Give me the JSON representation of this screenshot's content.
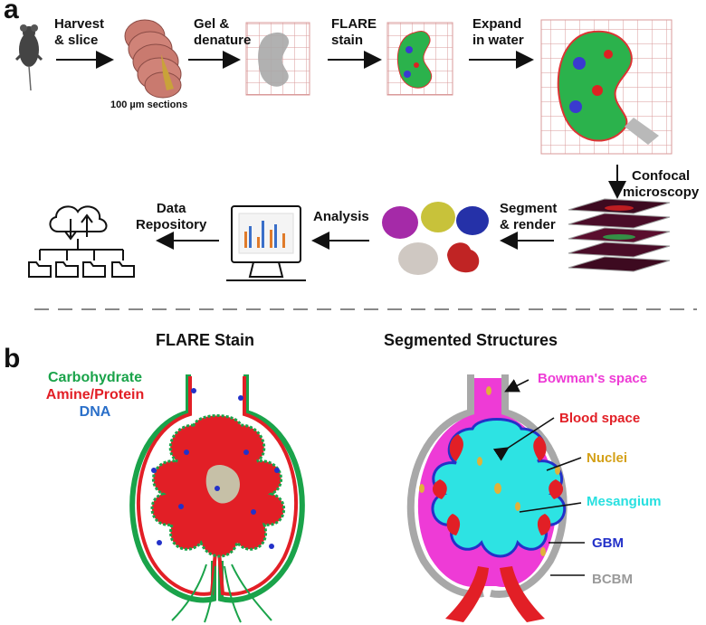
{
  "panel_a": {
    "letter": "a",
    "steps": {
      "harvest": [
        "Harvest",
        "& slice"
      ],
      "sections": "100 µm sections",
      "gel": [
        "Gel &",
        "denature"
      ],
      "flare": [
        "FLARE",
        "stain"
      ],
      "expand": [
        "Expand",
        "in water"
      ],
      "confocal": [
        "Confocal",
        "microscopy"
      ],
      "segment": [
        "Segment",
        "& render"
      ],
      "analysis": "Analysis",
      "repository": [
        "Data",
        "Repository"
      ]
    }
  },
  "panel_b": {
    "letter": "b",
    "left_title": "FLARE Stain",
    "right_title": "Segmented Structures",
    "legend": [
      {
        "label": "Carbohydrate",
        "color": "#1aa34a"
      },
      {
        "label": "Amine/Protein",
        "color": "#e21f26"
      },
      {
        "label": "DNA",
        "color": "#2a6fc9"
      }
    ],
    "annotations": [
      {
        "label": "Bowman's space",
        "color": "#ee3bd6"
      },
      {
        "label": "Blood space",
        "color": "#e21f26"
      },
      {
        "label": "Nuclei",
        "color": "#d4a017"
      },
      {
        "label": "Mesangium",
        "color": "#28e0e0"
      },
      {
        "label": "GBM",
        "color": "#2331c9"
      },
      {
        "label": "BCBM",
        "color": "#9a9a9a"
      }
    ]
  },
  "colors": {
    "grid": "#d99a9a",
    "kidney_gray": "#a9a9a9",
    "carbohydrate": "#1aa34a",
    "protein": "#e21f26",
    "dna": "#2a6fc9",
    "bowman": "#ee3bd6",
    "mesangium": "#2de3e3",
    "gbm": "#2331c9",
    "bcbm": "#a8a8a8",
    "nuclei": "#e0b23a"
  }
}
